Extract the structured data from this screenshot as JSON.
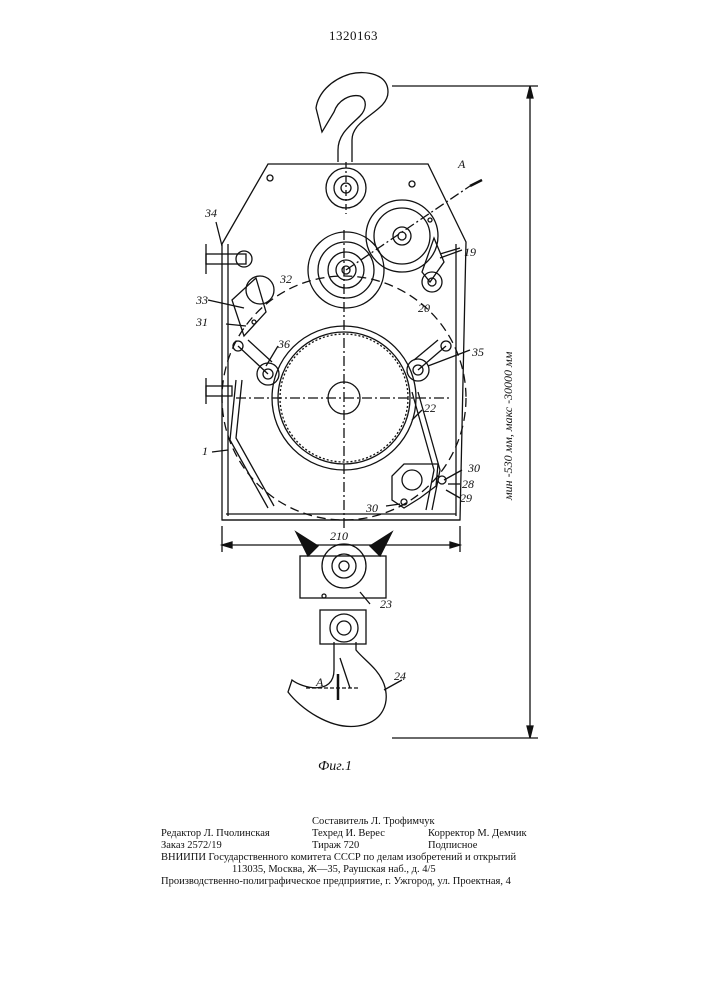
{
  "header": {
    "patent_number": "1320163"
  },
  "figure": {
    "caption": "Фиг.1",
    "dimension_width": "210",
    "dimension_height": "мин -530 мм, макс -30000 мм",
    "section_mark": "A",
    "callouts": [
      "34",
      "19",
      "32",
      "20",
      "33",
      "31",
      "36",
      "35",
      "22",
      "1",
      "30",
      "28",
      "29",
      "30",
      "23",
      "24"
    ]
  },
  "imprint": {
    "composer": "Составитель Л. Трофимчук",
    "editor": "Редактор Л. Пчолинская",
    "tech_editor": "Техред И. Верес",
    "corrector": "Корректор М. Демчик",
    "order": "Заказ 2572/19",
    "circulation": "Тираж 720",
    "subscription": "Подписное",
    "institute": "ВНИИПИ Государственного комитета СССР по делам изобретений и открытий",
    "address": "113035, Москва, Ж—35, Раушская наб., д. 4/5",
    "printer": "Производственно-полиграфическое предприятие, г. Ужгород, ул. Проектная, 4"
  }
}
